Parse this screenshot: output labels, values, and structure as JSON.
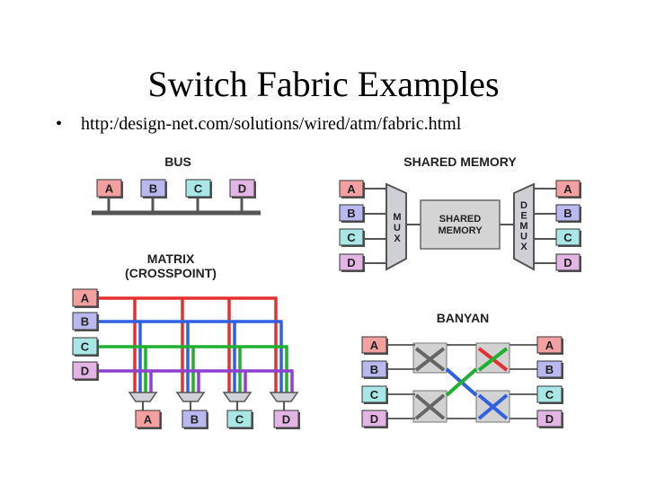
{
  "slide": {
    "title": "Switch Fabric Examples",
    "bullet": "http:/design-net.com/solutions/wired/atm/fabric.html"
  },
  "bus": {
    "title": "BUS",
    "ports": [
      "A",
      "B",
      "C",
      "D"
    ]
  },
  "shared_memory": {
    "title": "SHARED MEMORY",
    "inputs": [
      "A",
      "B",
      "C",
      "D"
    ],
    "outputs": [
      "A",
      "B",
      "C",
      "D"
    ],
    "mux": [
      "M",
      "U",
      "X"
    ],
    "demux": [
      "D",
      "E",
      "M",
      "U",
      "X"
    ],
    "memory_line1": "SHARED",
    "memory_line2": "MEMORY"
  },
  "matrix": {
    "title_line1": "MATRIX",
    "title_line2": "(CROSSPOINT)",
    "inputs": [
      "A",
      "B",
      "C",
      "D"
    ],
    "outputs": [
      "A",
      "B",
      "C",
      "D"
    ]
  },
  "banyan": {
    "title": "BANYAN",
    "inputs": [
      "A",
      "B",
      "C",
      "D"
    ],
    "outputs": [
      "A",
      "B",
      "C",
      "D"
    ]
  },
  "colors": {
    "port_a": "#f2a0a0",
    "port_b": "#b9b9f0",
    "port_c": "#a9e6e6",
    "port_d": "#e2b5e5",
    "line_a": "#e53030",
    "line_b": "#3060e0",
    "line_c": "#20b030",
    "line_d": "#9040d0"
  }
}
